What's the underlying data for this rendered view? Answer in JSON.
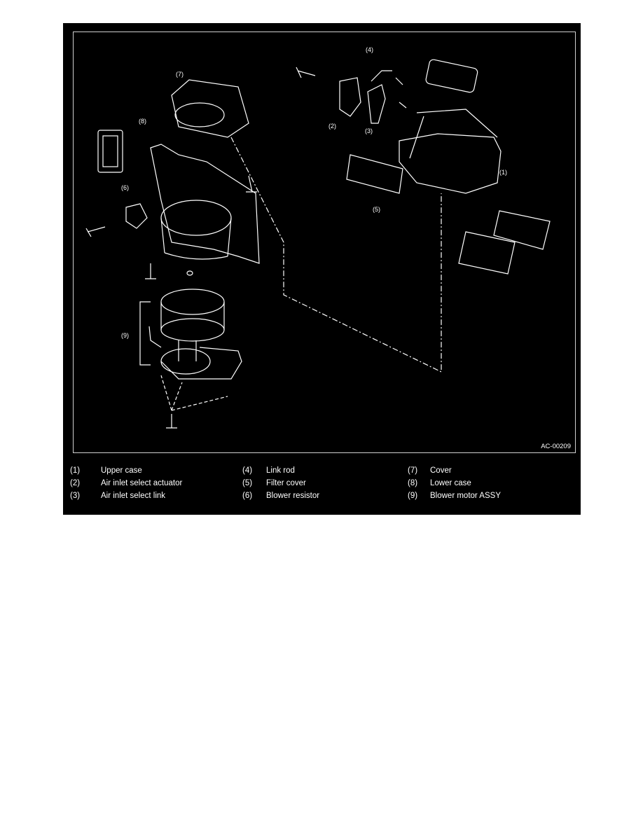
{
  "figure_id": "AC-00209",
  "callouts": {
    "c1": "(1)",
    "c2": "(2)",
    "c3": "(3)",
    "c4": "(4)",
    "c5": "(5)",
    "c6": "(6)",
    "c7": "(7)",
    "c8": "(8)",
    "c9": "(9)"
  },
  "legend": [
    {
      "num": "(1)",
      "label": "Upper case"
    },
    {
      "num": "(2)",
      "label": "Air inlet select actuator"
    },
    {
      "num": "(3)",
      "label": "Air inlet select link"
    },
    {
      "num": "(4)",
      "label": "Link rod"
    },
    {
      "num": "(5)",
      "label": "Filter cover"
    },
    {
      "num": "(6)",
      "label": "Blower resistor"
    },
    {
      "num": "(7)",
      "label": "Cover"
    },
    {
      "num": "(8)",
      "label": "Lower case"
    },
    {
      "num": "(9)",
      "label": "Blower motor ASSY"
    }
  ]
}
